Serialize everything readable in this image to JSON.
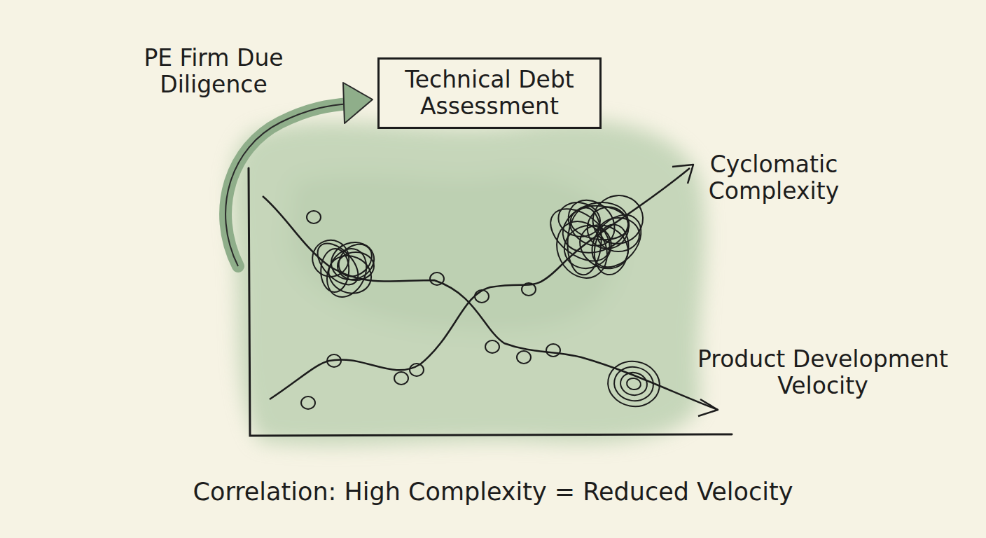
{
  "diagram": {
    "caption": "Correlation: High Complexity = Reduced Velocity",
    "nodes": [
      {
        "text": [
          "Technical Debt Assessment"
        ]
      }
    ],
    "labels": [
      "PE Firm Due Diligence",
      "Cyclomatic Complexity",
      "Product Development Velocity"
    ]
  }
}
